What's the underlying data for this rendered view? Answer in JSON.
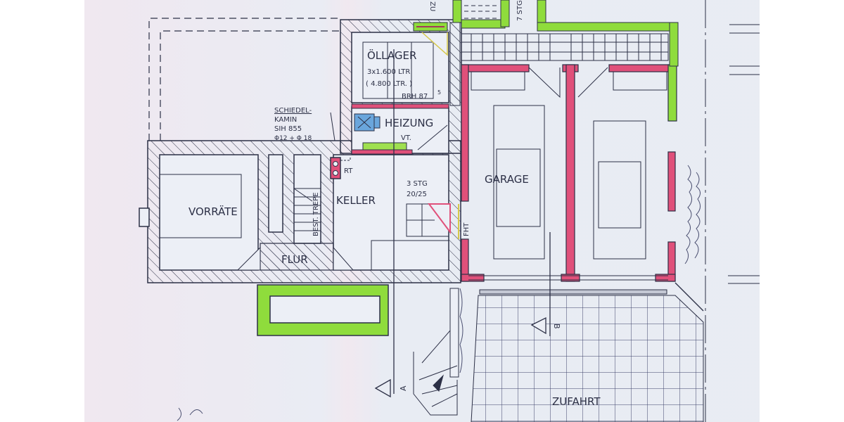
{
  "drawing": {
    "type": "architectural floor plan (basement / Kellergeschoss)",
    "colors": {
      "paper": "#e9ecf3",
      "line": "#2c3046",
      "existing_wall_green": "#8fdc3c",
      "new_wall_pink": "#e0507a",
      "heater_blue": "#6aa6dc"
    }
  },
  "rooms": {
    "oellager": {
      "name": "ÖLLAGER",
      "capacity": "3x1.600 LTR",
      "total": "( 4.800 LTR. )",
      "brh_label": "BRH 87",
      "brh_sup": "5"
    },
    "heizung": {
      "name": "HEIZUNG",
      "sub": "VT."
    },
    "keller": {
      "name": "KELLER"
    },
    "vorraete": {
      "name": "VORRÄTE"
    },
    "flur": {
      "name": "FLUR"
    },
    "garage": {
      "name": "GARAGE"
    },
    "zufahrt": {
      "name": "ZUFAHRT"
    }
  },
  "annotations": {
    "chimney": {
      "line1": "SCHIEDEL-",
      "line2": "KAMIN",
      "line3": "SIH 855",
      "line4": "Φ12 + Φ 18"
    },
    "rt": "RT",
    "stair_keller": {
      "line1": "3 STG",
      "line2": "20/25"
    },
    "stair_existing": "BEST. TREPE",
    "fht": "FHT",
    "stair_top": "7 STG",
    "top_zu": "ZU",
    "section_a": "A",
    "section_b": "B"
  }
}
